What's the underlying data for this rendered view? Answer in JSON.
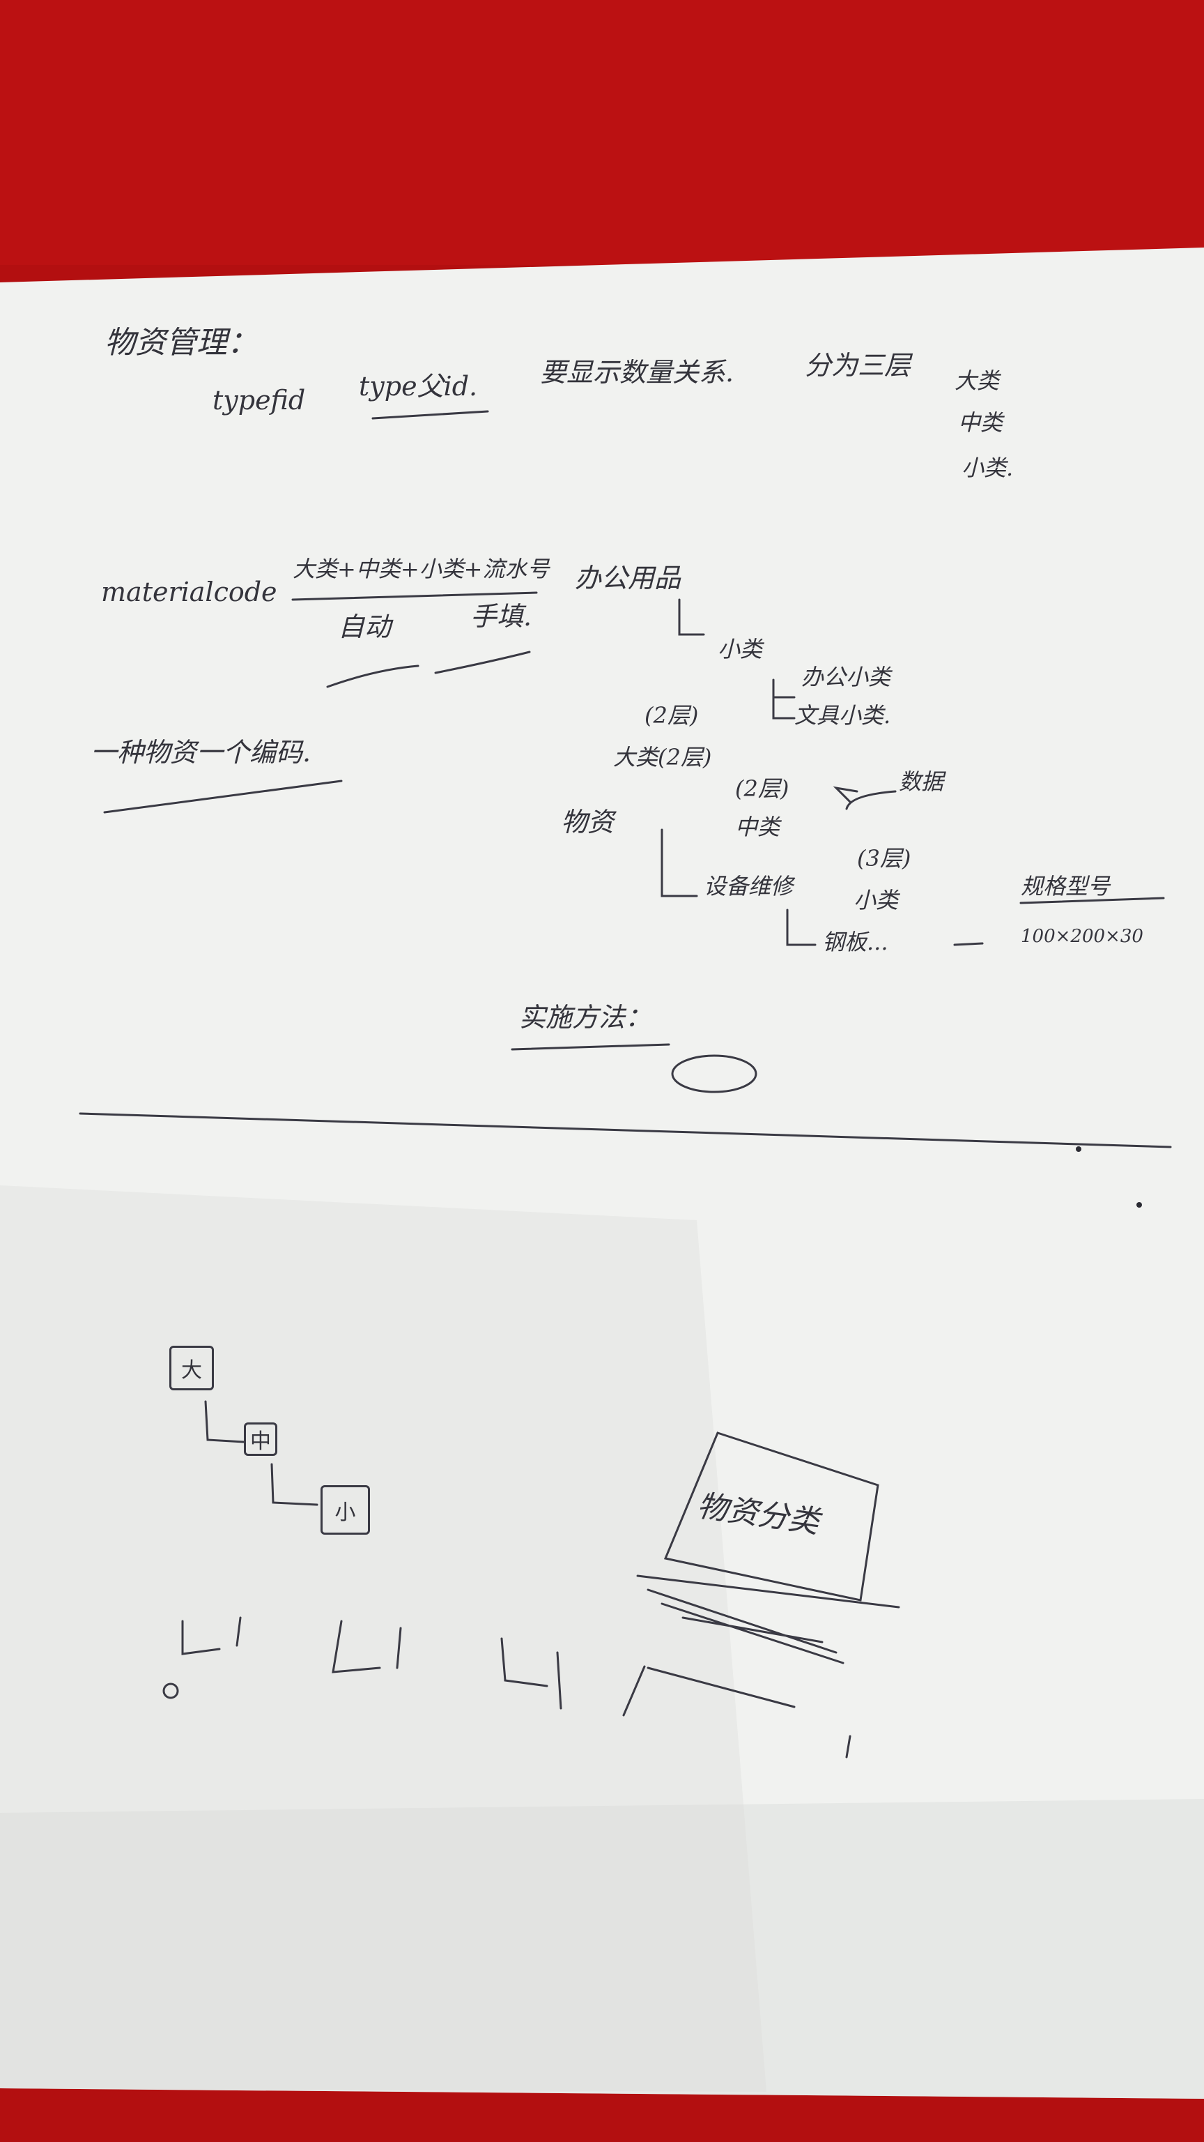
{
  "colors": {
    "backdrop": "#b30f10",
    "paper": "#f1f2f0",
    "paper_shadow": "#dcdedd",
    "ink": "#34343c"
  },
  "notes": {
    "heading": "物资管理：",
    "typefid": "typefid",
    "type_id": "type父id.",
    "relation": "要显示数量关系.",
    "three_levels": "分为三层",
    "lvl_big": "大类",
    "lvl_mid": "中类",
    "lvl_small": "小类.",
    "materialcode": "materialcode",
    "code_formula": "大类+中类+小类+流水号",
    "code_part1": "自动",
    "code_part2": "手填.",
    "office": "办公用品",
    "office_small": "小类",
    "office_sub1": "办公小类",
    "office_sub2": "文具小类.",
    "bracket1": "(2层)",
    "big_cat": "大类(2层)",
    "goods": "物资",
    "bracket2": "(2层)",
    "mid_cat": "中类",
    "data_note": "数据",
    "bracket3": "(3层)",
    "repair": "设备维修",
    "small_cat": "小类",
    "steel": "钢板...",
    "spec_title": "规格型号",
    "spec_value": "100×200×30",
    "one_item_one_code": "一种物资一个编码.",
    "impl_method": "实施方法：",
    "tree_big": "大",
    "tree_mid": "中",
    "tree_small": "小",
    "sketch_label": "物资分类"
  }
}
